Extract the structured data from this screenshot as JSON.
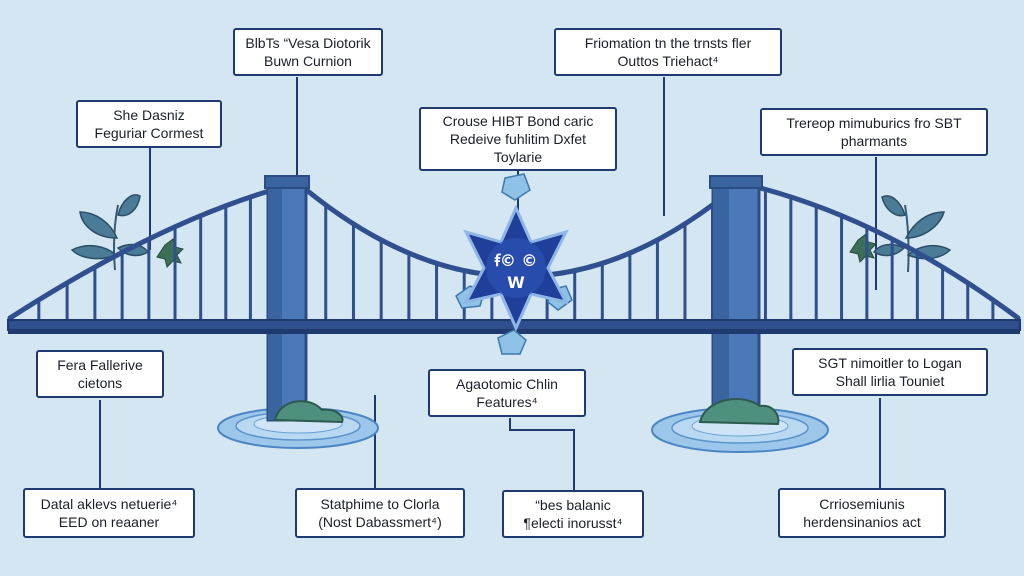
{
  "colors": {
    "background": "#d3e6f1",
    "bridge": "#2f4f8f",
    "tower": "#4a78b8",
    "tower_dark": "#2c4d84",
    "water": "#7fb2e0",
    "leaf": "#3f6f8c",
    "badge": "#1f3f9a",
    "label_border": "#1e3a6e"
  },
  "badge": {
    "line1": "ꞙ© ©",
    "line2": "W"
  },
  "labels": {
    "top_left": {
      "line1": "BlbTs “Vesa Diotorik",
      "line2": "Buwn Curnion"
    },
    "top_right": {
      "line1": "Friomation tn the trnsts fler",
      "line2": "Outtos Triehact⁴"
    },
    "upper_left": {
      "line1": "She Dasniz",
      "line2": "Feguriar Cormest"
    },
    "center_top": {
      "line1": "Crouse HIBT Bond caric",
      "line2": "Redeive fuhlitim Dxfet",
      "line3": "Toylarie"
    },
    "upper_right": {
      "line1": "Trereop mimuburics fro SBT",
      "line2": "pharmants"
    },
    "mid_left": {
      "line1": "Fera Fallerive",
      "line2": "cietons"
    },
    "mid_center": {
      "line1": "Agaotomic Chlin",
      "line2": "Features⁴"
    },
    "mid_right": {
      "line1": "SGT nimoitler to Logan",
      "line2": "Shall lirlia Touniet"
    },
    "bottom_left": {
      "line1": "Datal aklevs netuerie⁴",
      "line2": "EED on reaaner"
    },
    "bottom_center_left": {
      "line1": "Statphime to Clorla",
      "line2": "(Nost Dabassmert⁴)"
    },
    "bottom_center_right": {
      "line1": "“bes balanic",
      "line2": "¶electi inorusst⁴"
    },
    "bottom_right": {
      "line1": "Crriosemiunis",
      "line2": "herdensinanios act"
    }
  }
}
